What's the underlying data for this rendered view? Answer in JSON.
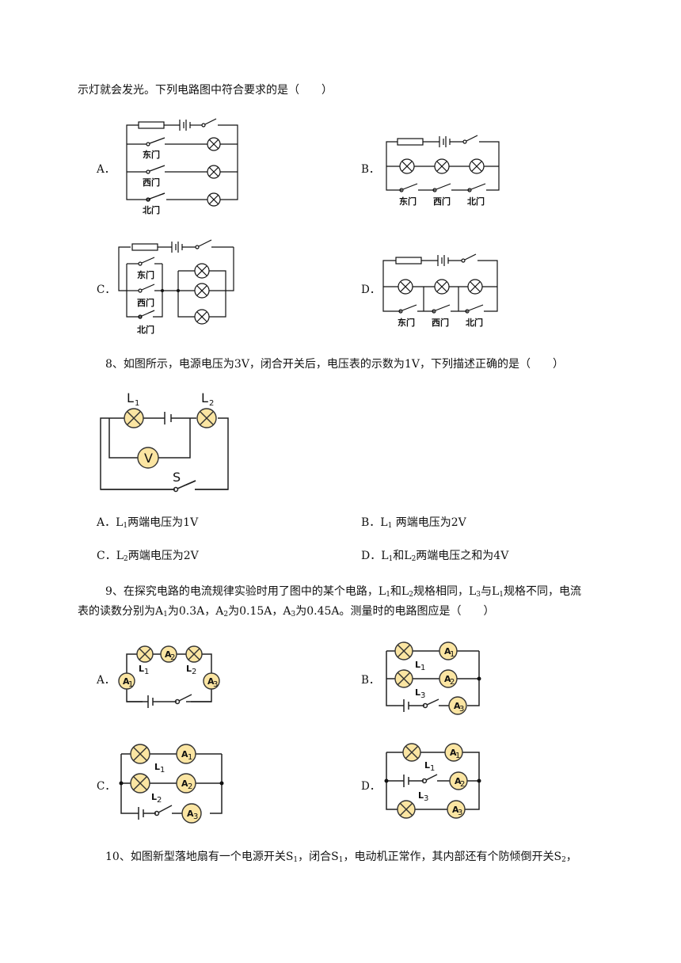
{
  "q7": {
    "tail": "示灯就会发光。下列电路图中符合要求的是（　　）",
    "opts": {
      "A": "A．",
      "B": "B．",
      "C": "C．",
      "D": "D．"
    },
    "labels": {
      "east": "东门",
      "west": "西门",
      "north": "北门"
    }
  },
  "q8": {
    "stem": "8、如图所示，电源电压为3V，闭合开关后，电压表的示数为1V，下列描述正确的是（　　）",
    "fig": {
      "l1": "L",
      "l1_sub": "1",
      "l2": "L",
      "l2_sub": "2",
      "v": "V",
      "s": "S"
    },
    "a": {
      "p": "A．L",
      "s": "1",
      "t": "两端电压为1V"
    },
    "b": {
      "p": "B．L",
      "s": "1",
      "t": " 两端电压为2V"
    },
    "c": {
      "p": "C．L",
      "s": "2",
      "t": "两端电压为2V"
    },
    "d": {
      "p": "D．L",
      "s1": "1",
      "m": "和L",
      "s2": "2",
      "t": "两端电压之和为4V"
    }
  },
  "q9": {
    "line1": {
      "p1": "9、在探究电路的电流规律实验时用了图中的某个电路，L",
      "s1": "1",
      "p2": "和L",
      "s2": "2",
      "p3": "规格相同，L",
      "s3": "3",
      "p4": "与L",
      "s4": "1",
      "p5": "规格不同，电流"
    },
    "line2": {
      "p1": "表的读数分别为A",
      "s1": "1",
      "p2": "为0.3A，A",
      "s2": "2",
      "p3": "为0.15A，A",
      "s3": "3",
      "p4": "为0.45A。测量时的电路图应是（　　）"
    },
    "opts": {
      "A": "A．",
      "B": "B．",
      "C": "C．",
      "D": "D．"
    },
    "fig": {
      "a": "A",
      "l": "L",
      "s1": "1",
      "s2": "2",
      "s3": "3"
    }
  },
  "q10": {
    "p1": "10、如图新型落地扇有一个电源开关S",
    "s1": "1",
    "p2": "，闭合S",
    "s2": "1",
    "p3": "，电动机正常作，其内部还有个防倾倒开关S",
    "s3": "2",
    "p4": "，"
  }
}
